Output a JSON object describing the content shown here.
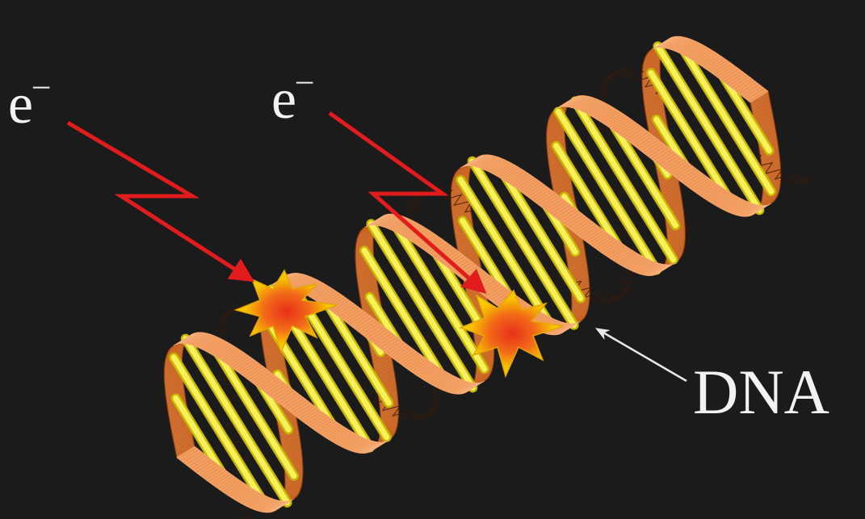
{
  "labels": {
    "electron_1": "e",
    "electron_2": "e",
    "charge": "–",
    "dna": "DNA"
  },
  "colors": {
    "background": "#1b1b1b",
    "ribbon_light": "#f6b07a",
    "ribbon_dark": "#c9621f",
    "ribbon_outline": "#7a3410",
    "base_pair": "#f7f05a",
    "base_pair_edge": "#c9b800",
    "electron_arrow": "#e21c1c",
    "pointer_arrow": "#e8e8e8",
    "burst_outer": "#f5c800",
    "burst_inner": "#e8301a"
  }
}
